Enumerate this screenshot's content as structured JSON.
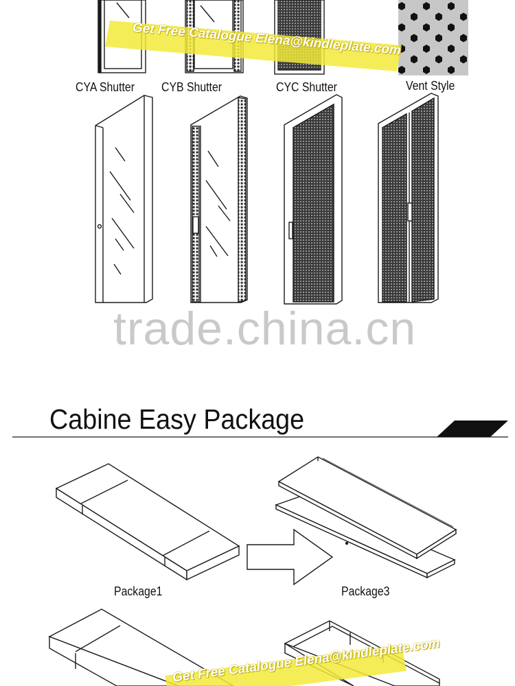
{
  "shutters": [
    {
      "label": "CYA Shutter"
    },
    {
      "label": "CYB Shutter"
    },
    {
      "label": "CYC Shutter"
    },
    {
      "label": "Vent Style"
    }
  ],
  "watermark": {
    "text": "trade.china.cn"
  },
  "promo": {
    "text": "Get Free Catalogue Elena@kindleplate.com"
  },
  "section": {
    "title": "Cabine Easy Package"
  },
  "packages": [
    {
      "label": "Package1"
    },
    {
      "label": "Package3"
    }
  ],
  "colors": {
    "promo_band": "#f2ea3a",
    "line": "#1a1a1a",
    "perforation": "#2a2a2a",
    "watermark": "#c9c9c9"
  }
}
